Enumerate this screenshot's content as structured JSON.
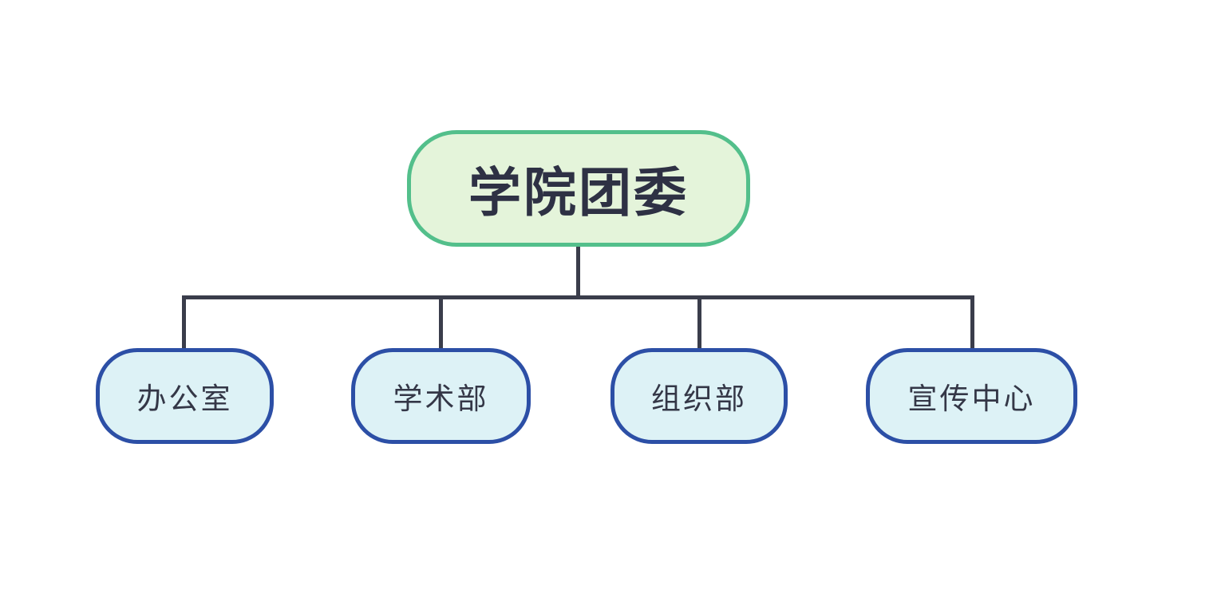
{
  "org_chart": {
    "root": {
      "label": "学院团委",
      "fill_color": "#e4f4da",
      "border_color": "#53bf8b",
      "text_color": "#2e3144"
    },
    "children": [
      {
        "label": "办公室"
      },
      {
        "label": "学术部"
      },
      {
        "label": "组织部"
      },
      {
        "label": "宣传中心"
      }
    ],
    "child_style": {
      "fill_color": "#ddf2f6",
      "border_color": "#2c4fa6",
      "text_color": "#343747"
    },
    "connector_color": "#3a3d4b",
    "canvas_background": "#ffffff"
  }
}
